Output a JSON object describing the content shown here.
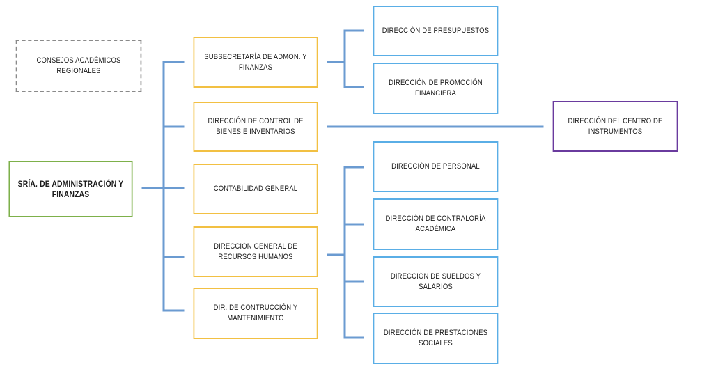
{
  "colors": {
    "connector": "#6b9bd1",
    "yellow_border": "#f2c043",
    "blue_border": "#5aaee6",
    "green_border": "#7db04a",
    "purple_border": "#6a3b9e",
    "gray_dashed_border": "#8a8a8a"
  },
  "nodes": {
    "root": "SRÍA. DE ADMINISTRACIÓN Y FINANZAS",
    "consejos": "CONSEJOS ACADÉMICOS REGIONALES",
    "subsecretaria": "SUBSECRETARÍA DE  ADMON. Y FINANZAS",
    "control_bienes": "DIRECCIÓN DE CONTROL DE BIENES E INVENTARIOS",
    "contabilidad": "CONTABILIDAD GENERAL",
    "recursos_humanos": "DIRECCIÓN GENERAL DE RECURSOS HUMANOS",
    "construccion": "DIR. DE CONTRUCCIÓN Y MANTENIMIENTO",
    "presupuestos": "DIRECCIÓN DE PRESUPUESTOS",
    "promocion": "DIRECCIÓN DE PROMOCIÓN FINANCIERA",
    "centro_instrumentos": "DIRECCIÓN DEL CENTRO DE INSTRUMENTOS",
    "personal": "DIRECCIÓN DE PERSONAL",
    "contraloria": "DIRECCIÓN DE CONTRALORÍA ACADÉMICA",
    "sueldos": "DIRECCIÓN DE SUELDOS Y SALARIOS",
    "prestaciones": "DIRECCIÓN DE PRESTACIONES SOCIALES"
  }
}
